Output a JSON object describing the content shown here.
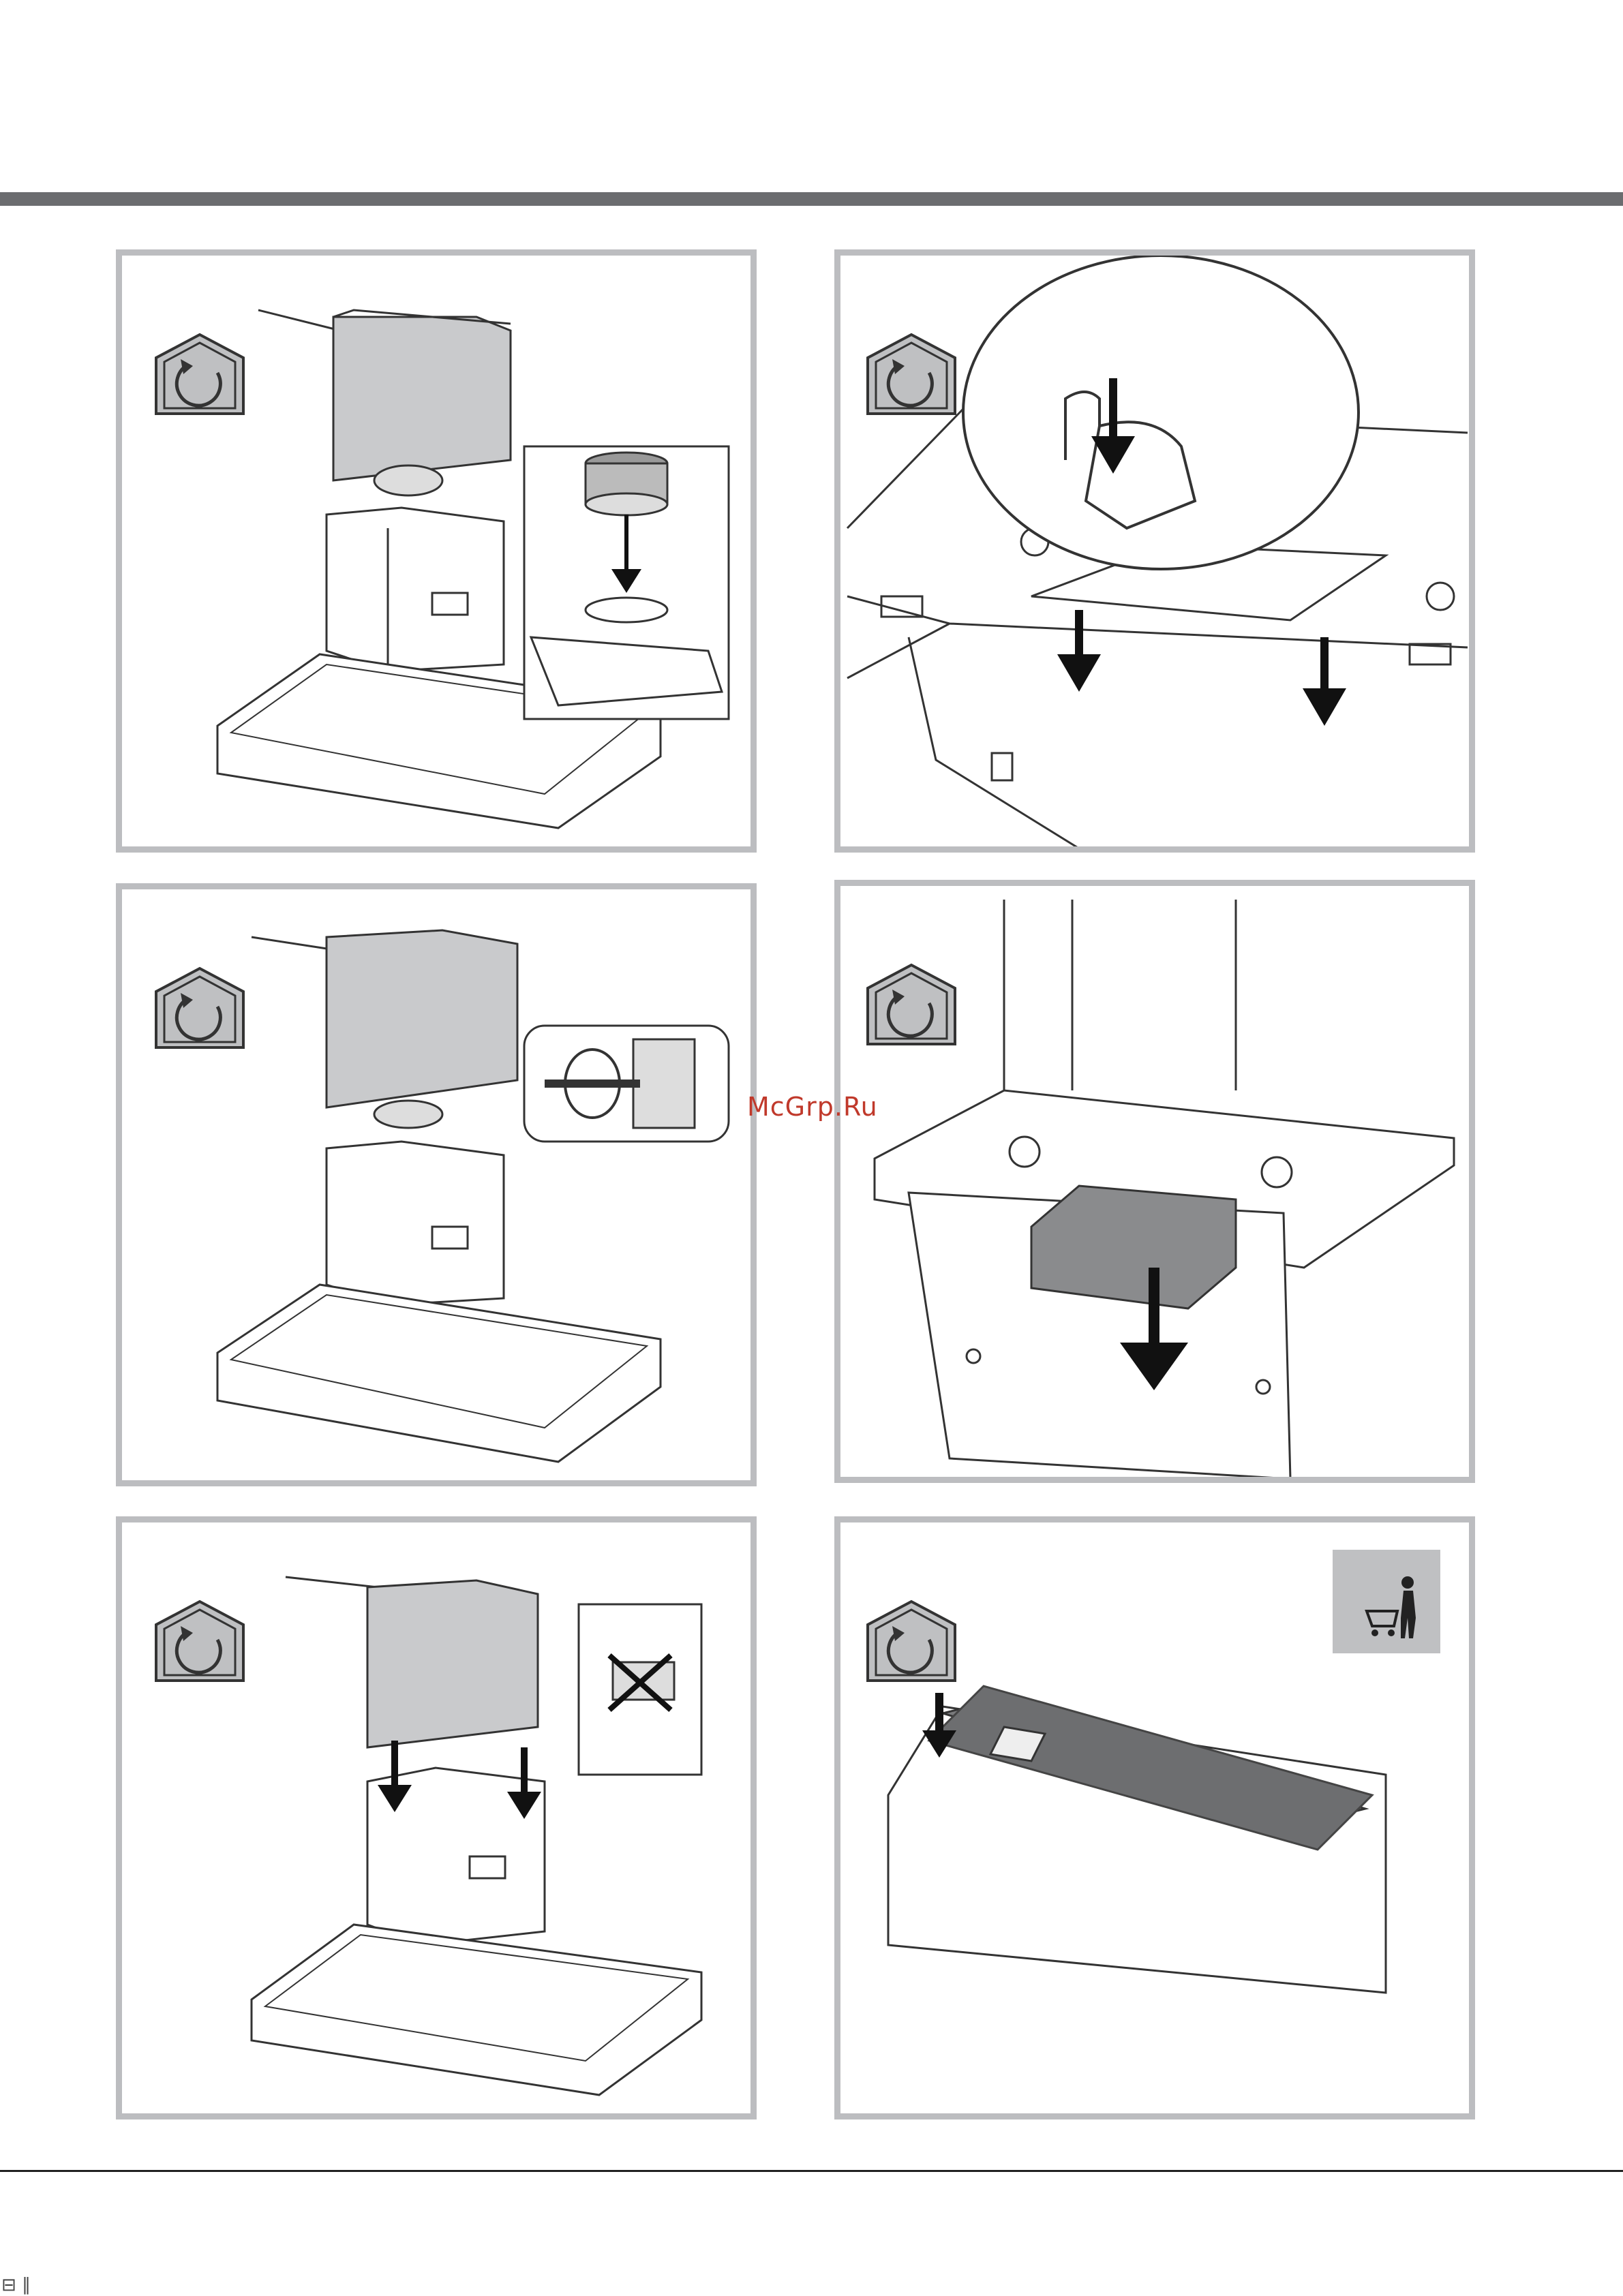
{
  "watermark": "McGrp.Ru",
  "footer_mark": "⊟ ∥",
  "colors": {
    "header_bar": "#6b6c6f",
    "panel_border": "#bcbdc0",
    "icon_fill": "#bfc0c2",
    "watermark": "#c0392b"
  },
  "panels": [
    {
      "id": "panel-1",
      "content": "hood-installation-duct-collar",
      "icon": "recirculation-house-icon"
    },
    {
      "id": "panel-2",
      "content": "grease-filter-removal",
      "icon": "recirculation-house-icon"
    },
    {
      "id": "panel-3",
      "content": "hose-clamp-tightening",
      "icon": "recirculation-house-icon"
    },
    {
      "id": "panel-4",
      "content": "carbon-filter-box-removal",
      "icon": "recirculation-house-icon"
    },
    {
      "id": "panel-5",
      "content": "chimney-cover-fitting",
      "icon": "recirculation-house-icon"
    },
    {
      "id": "panel-6",
      "content": "carbon-filter-replacement",
      "icon": "recirculation-house-icon",
      "extra_icon": "shopping-cart-person-icon"
    }
  ]
}
